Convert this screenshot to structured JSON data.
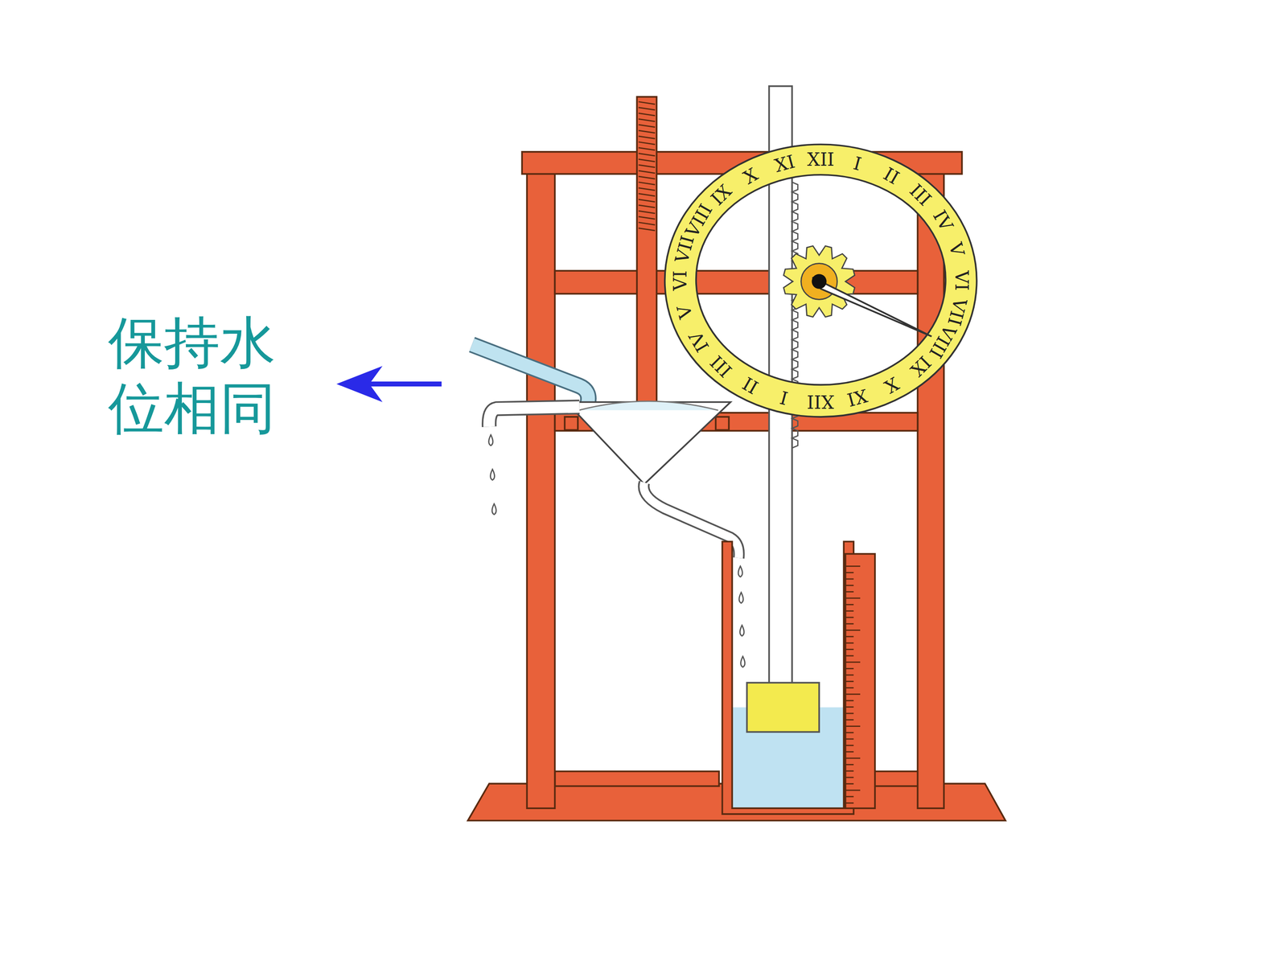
{
  "diagram": {
    "labels": [
      "保持水 位相同",
      "XII",
      "I",
      "II",
      "III",
      "IV",
      "V",
      "VI",
      "VII",
      "VIII",
      "IX",
      "X",
      "XI",
      "XII",
      "I",
      "II",
      "III",
      "IV",
      "V",
      "VI",
      "VII",
      "VIII",
      "IX",
      "X",
      "XI"
    ]
  }
}
